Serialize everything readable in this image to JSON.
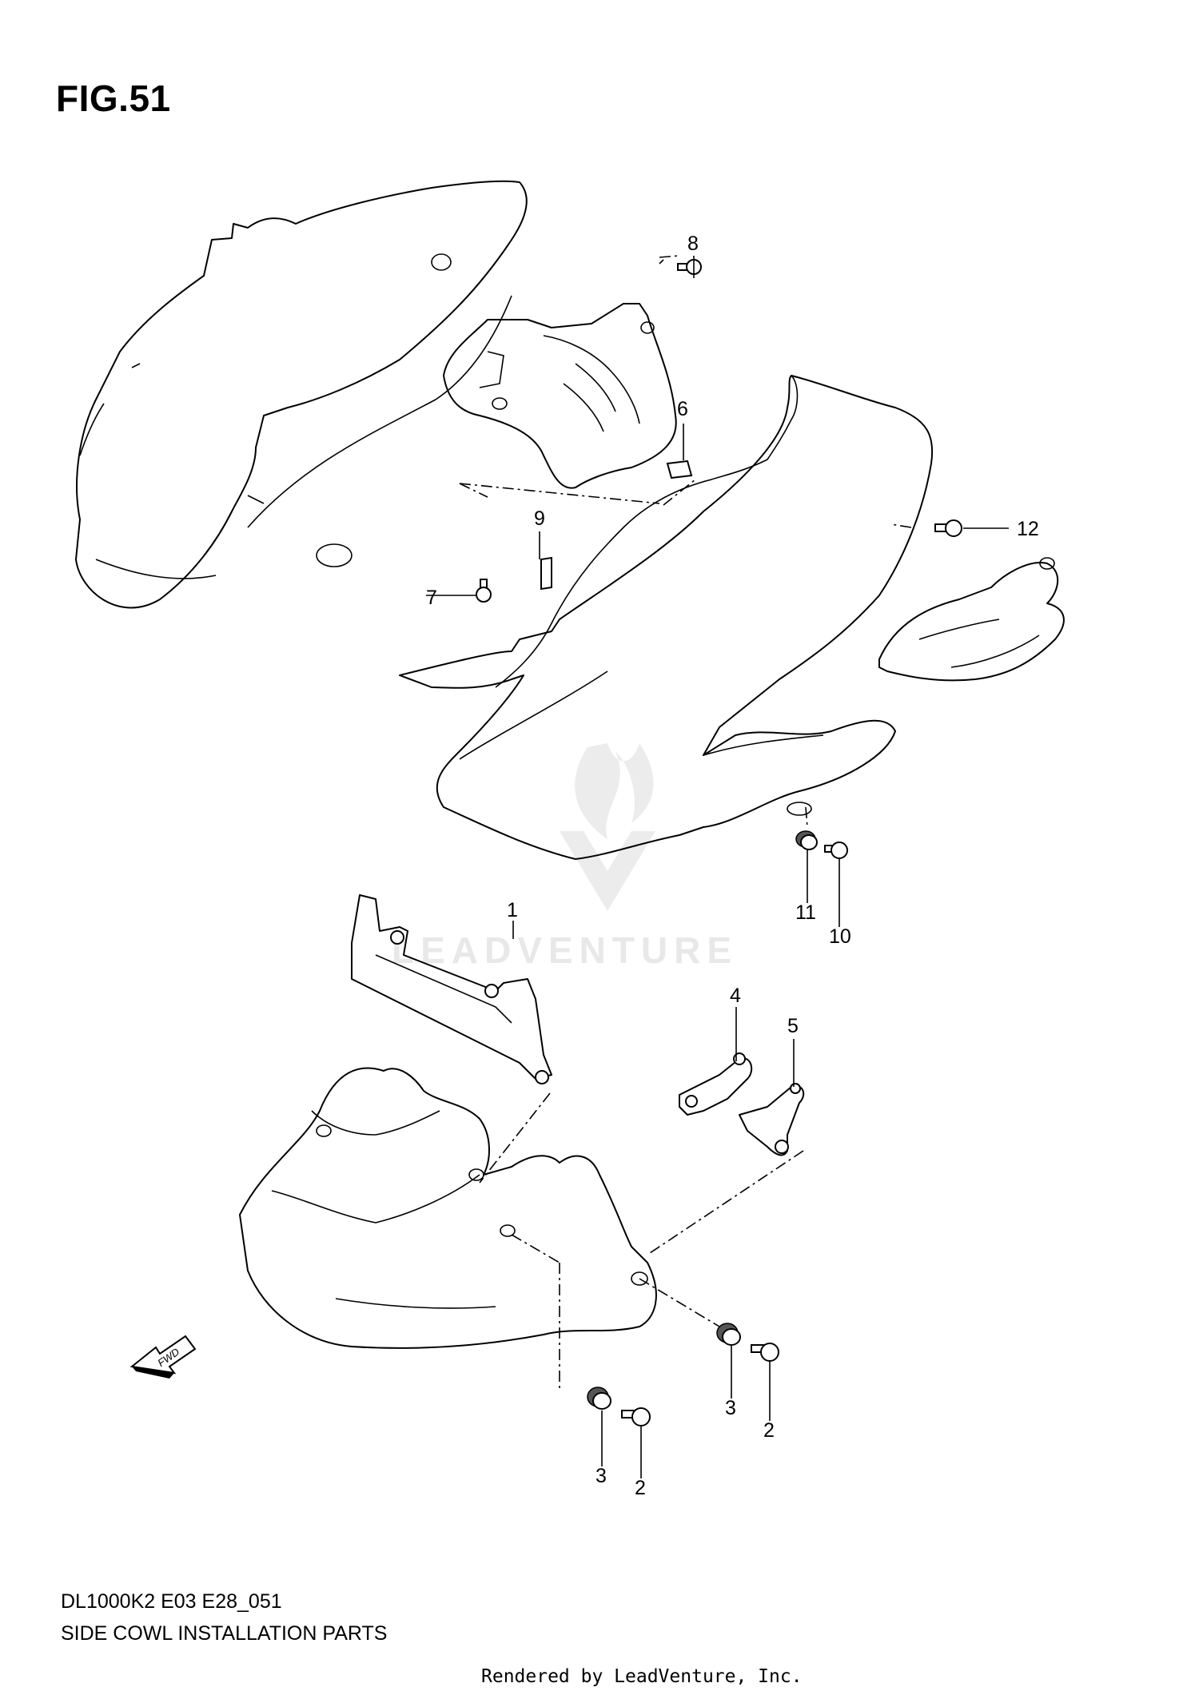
{
  "figure": {
    "title": "FIG.51"
  },
  "callouts": {
    "c1": "1",
    "c2a": "2",
    "c2b": "2",
    "c3a": "3",
    "c3b": "3",
    "c4": "4",
    "c5": "5",
    "c6": "6",
    "c7": "7",
    "c8": "8",
    "c9": "9",
    "c10": "10",
    "c11": "11",
    "c12": "12"
  },
  "watermark": {
    "text": "LEADVENTURE"
  },
  "fwd_label": "FWD",
  "footer": {
    "code": "DL1000K2 E03 E28_051",
    "title": "SIDE COWL INSTALLATION PARTS",
    "rendered_by": "Rendered by LeadVenture, Inc."
  }
}
